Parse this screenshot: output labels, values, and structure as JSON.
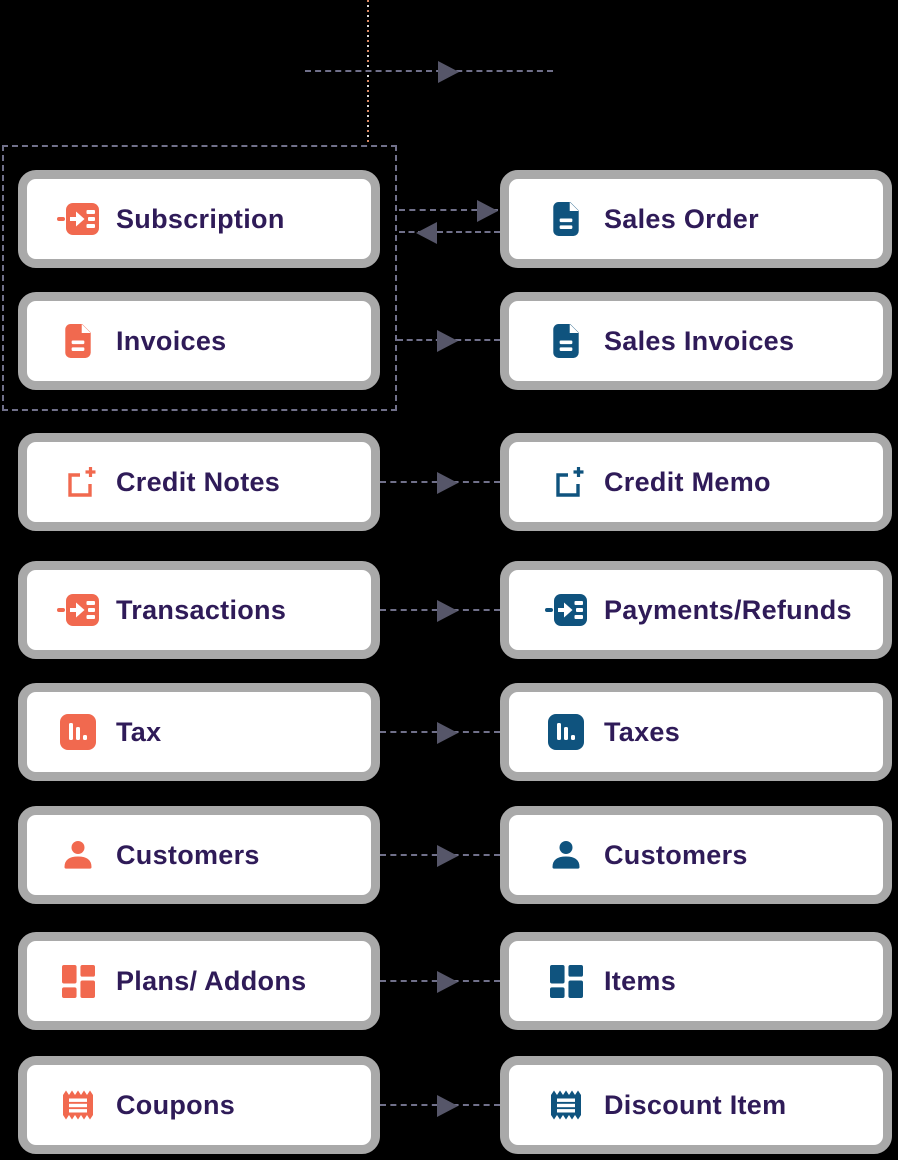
{
  "colors": {
    "background": "#000000",
    "card_fill": "#ffffff",
    "card_border": "#a9a9a9",
    "label_text": "#2f1b58",
    "left_accent_orange": "#f1694f",
    "right_accent_blue": "#0f537e",
    "connector_dash": "#70708a",
    "arrowhead": "#565669",
    "top_dotted_line": "#d98a64"
  },
  "rows": [
    {
      "left": {
        "label": "Subscription",
        "icon": "subscription-arrow-icon"
      },
      "right": {
        "label": "Sales Order",
        "icon": "document-icon"
      },
      "connector": "bidirectional"
    },
    {
      "left": {
        "label": "Invoices",
        "icon": "document-icon"
      },
      "right": {
        "label": "Sales Invoices",
        "icon": "document-icon"
      },
      "connector": "left-to-right"
    },
    {
      "left": {
        "label": "Credit Notes",
        "icon": "credit-note-plus-icon"
      },
      "right": {
        "label": "Credit Memo",
        "icon": "credit-note-plus-icon"
      },
      "connector": "left-to-right"
    },
    {
      "left": {
        "label": "Transactions",
        "icon": "transaction-arrow-icon"
      },
      "right": {
        "label": "Payments/Refunds",
        "icon": "transaction-arrow-icon"
      },
      "connector": "left-to-right"
    },
    {
      "left": {
        "label": "Tax",
        "icon": "bar-chart-icon"
      },
      "right": {
        "label": "Taxes",
        "icon": "bar-chart-icon"
      },
      "connector": "left-to-right"
    },
    {
      "left": {
        "label": "Customers",
        "icon": "person-icon"
      },
      "right": {
        "label": "Customers",
        "icon": "person-icon"
      },
      "connector": "left-to-right"
    },
    {
      "left": {
        "label": "Plans/ Addons",
        "icon": "dashboard-icon"
      },
      "right": {
        "label": "Items",
        "icon": "dashboard-icon"
      },
      "connector": "left-to-right"
    },
    {
      "left": {
        "label": "Coupons",
        "icon": "coupon-icon"
      },
      "right": {
        "label": "Discount Item",
        "icon": "coupon-icon"
      },
      "connector": "left-to-right"
    }
  ]
}
